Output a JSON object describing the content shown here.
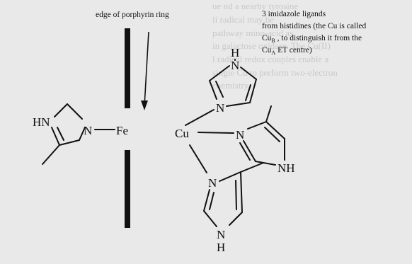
{
  "annotations": {
    "porphyrin_label": "edge of porphyrin ring",
    "ligand_line1": "3 imidazole ligands",
    "ligand_line2": "from histidines (the Cu is called",
    "ligand_line3_main": "Cu",
    "ligand_line3_sub": "B",
    "ligand_line3_rest": " , to distinguish it from the",
    "ligand_line4_main": "Cu",
    "ligand_line4_sub": "A",
    "ligand_line4_rest": " ET centre)"
  },
  "atoms": {
    "iron": "Fe",
    "copper": "Cu",
    "left_NH": "HN",
    "left_N": "N",
    "top_H": "H",
    "top_N_upper": "N",
    "top_N_lower": "N",
    "right_N": "N",
    "right_NH": "NH",
    "bottom_N": "N",
    "bottom_N_lower": "N",
    "bottom_H": "H"
  },
  "background_text": [
    "ue          nd  a  nearby  tyrosine",
    "             ii    radical    may   be",
    "            pathway      mino-acid  as",
    "            in  galactose  oxidase.  The  Cu(II)",
    "                   l  radical  redox  couples  enable  a",
    "                   single  Cu  to  perform  two-electron",
    "                         chemistry."
  ],
  "colors": {
    "ink": "#111111",
    "paper": "#e9e9e9",
    "ghost": "#c9c9c9"
  }
}
